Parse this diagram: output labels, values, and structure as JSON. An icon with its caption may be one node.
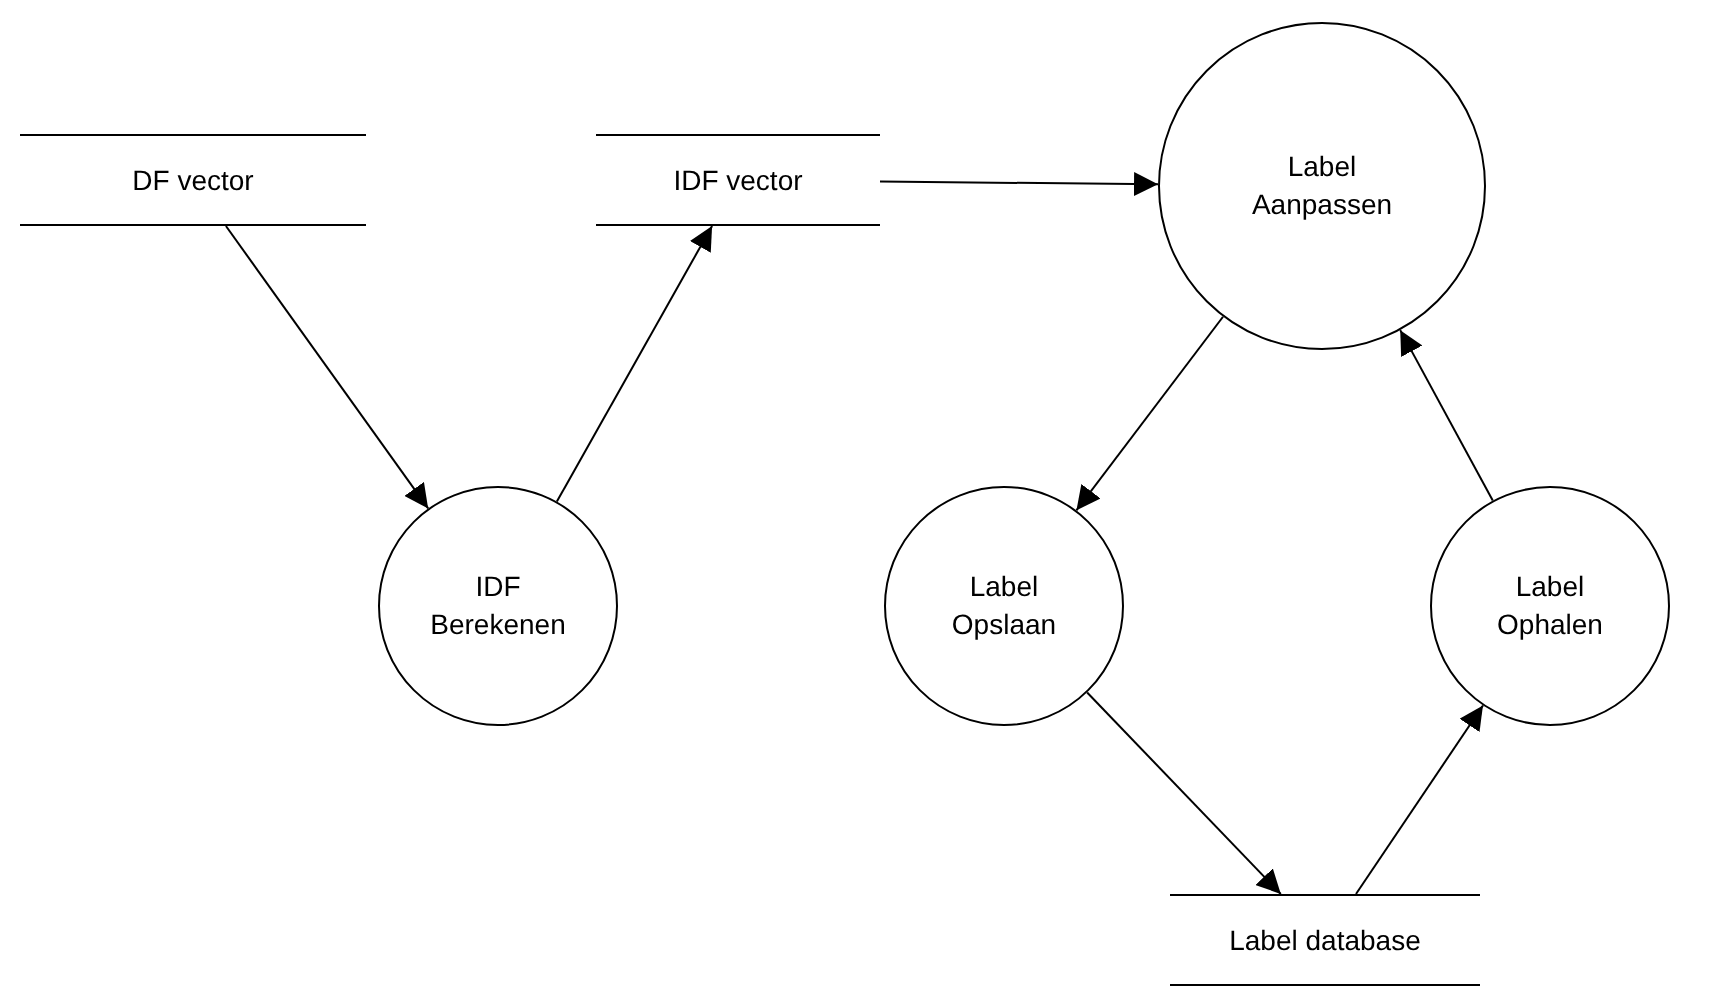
{
  "diagram": {
    "nodes": [
      {
        "text": [
          "DF vector"
        ]
      },
      {
        "text": [
          "IDF vector"
        ]
      },
      {
        "text": [
          "Label Aanpassen"
        ]
      },
      {
        "text": [
          "IDF Berekenen"
        ]
      },
      {
        "text": [
          "Label Opslaan"
        ]
      },
      {
        "text": [
          "Label Ophalen"
        ]
      },
      {
        "text": [
          "Label database"
        ]
      }
    ],
    "edges": [
      {
        "from": 0,
        "to": 3,
        "arrow": "to"
      },
      {
        "from": 3,
        "to": 1,
        "arrow": "to"
      },
      {
        "from": 1,
        "to": 2,
        "arrow": "to"
      },
      {
        "from": 2,
        "to": 4,
        "arrow": "to"
      },
      {
        "from": 4,
        "to": 6,
        "arrow": "to"
      },
      {
        "from": 6,
        "to": 5,
        "arrow": "to"
      },
      {
        "from": 5,
        "to": 2,
        "arrow": "to"
      }
    ]
  }
}
